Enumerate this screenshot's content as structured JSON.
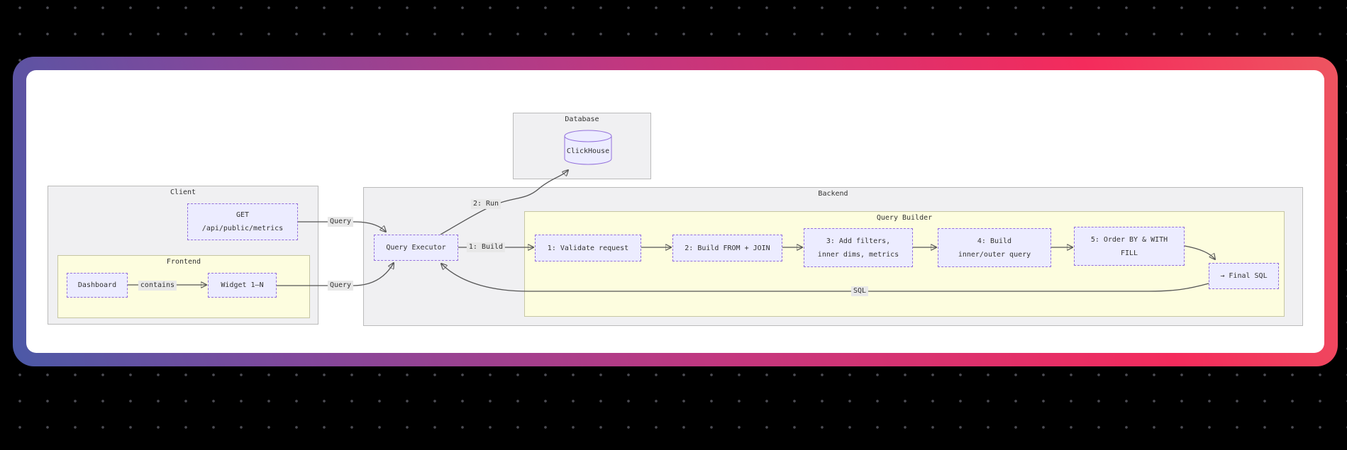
{
  "colors": {
    "canvas_bg": "#000000",
    "canvas_dot": "#4b4b52",
    "card_gradient": [
      "#4b59a6",
      "#81489c",
      "#c2377f",
      "#f42b5c",
      "#ee5560"
    ],
    "card_inner_bg": "#ffffff",
    "node_fill": "#ECECFF",
    "node_border": "#9370DB",
    "cluster_gray_fill": "#f0f0f2",
    "cluster_yellow_fill": "#fdfddf",
    "edge_stroke": "#555555",
    "edge_label_bg": "#e8e8e8",
    "text": "#333333"
  },
  "diagram": {
    "clusters": {
      "database": {
        "label": "Database"
      },
      "client": {
        "label": "Client"
      },
      "frontend": {
        "label": "Frontend"
      },
      "backend": {
        "label": "Backend"
      },
      "query_builder": {
        "label": "Query Builder"
      }
    },
    "nodes": {
      "clickhouse": {
        "label": "ClickHouse",
        "shape": "cylinder"
      },
      "get": {
        "line1": "GET",
        "line2": "/api/public/metrics"
      },
      "dashboard": {
        "label": "Dashboard"
      },
      "widget": {
        "label": "Widget 1–N"
      },
      "query_executor": {
        "label": "Query Executor"
      },
      "step1": {
        "label": "1: Validate request"
      },
      "step2": {
        "label": "2: Build FROM + JOIN"
      },
      "step3": {
        "line1": "3: Add filters,",
        "line2": "inner dims, metrics"
      },
      "step4": {
        "line1": "4: Build",
        "line2": "inner/outer query"
      },
      "step5": {
        "line1": "5: Order BY & WITH",
        "line2": "FILL"
      },
      "final_sql": {
        "label": "→ Final SQL"
      }
    },
    "edge_labels": {
      "query_get": "Query",
      "query_widget": "Query",
      "contains": "contains",
      "run": "2: Run",
      "build": "1: Build",
      "sql": "SQL"
    }
  }
}
